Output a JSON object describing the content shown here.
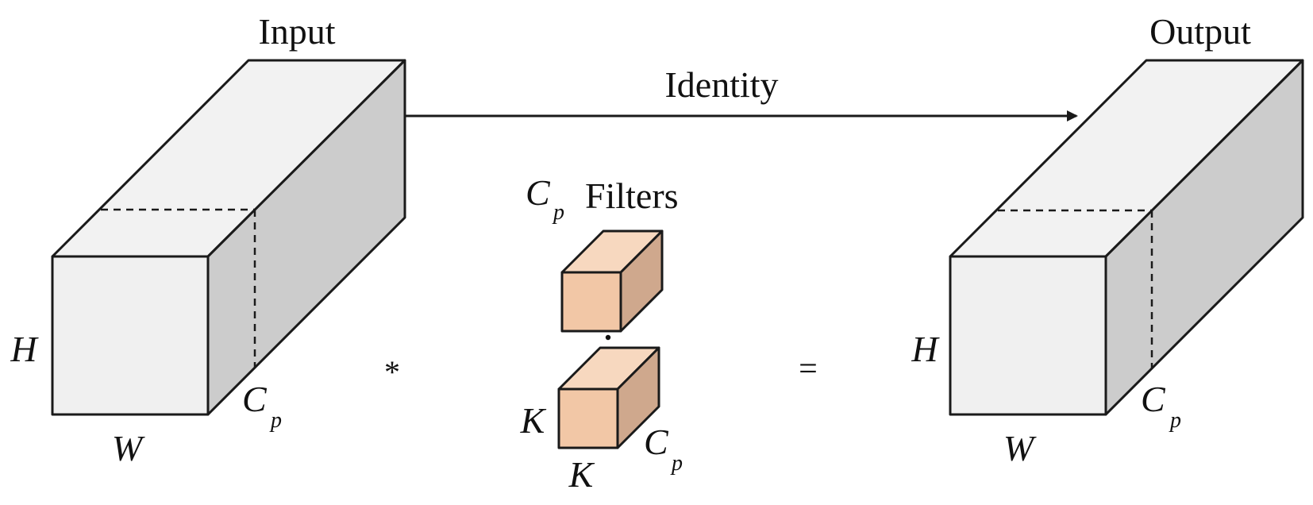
{
  "input_block": {
    "title": "Input",
    "height_label": "H",
    "width_label": "W",
    "channel_label": "C",
    "channel_sub": "p"
  },
  "output_block": {
    "title": "Output",
    "height_label": "H",
    "width_label": "W",
    "channel_label": "C",
    "channel_sub": "p"
  },
  "identity_label": "Identity",
  "filters": {
    "count_label": "C",
    "count_sub": "p",
    "title": "Filters",
    "kernel_h_label": "K",
    "kernel_w_label": "K",
    "depth_label": "C",
    "depth_sub": "p"
  },
  "operators": {
    "convolve": "*",
    "equals": "="
  },
  "colors": {
    "block_front": "#f0f0f0",
    "block_top": "#f2f2f2",
    "block_side": "#cccccc",
    "filter_front": "#f2c7a6",
    "filter_top": "#f7d8bf",
    "filter_side": "#cfa88d",
    "stroke": "#1a1a1a"
  }
}
